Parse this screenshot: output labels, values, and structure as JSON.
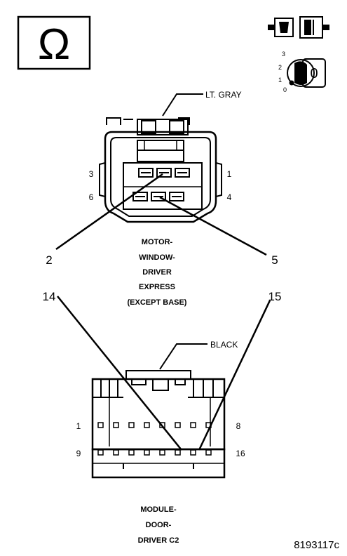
{
  "symbols": {
    "ohm_symbol": "Ω",
    "ignition_positions": [
      "0",
      "1",
      "2",
      "3"
    ],
    "ignition_key_label": "0"
  },
  "top_connector": {
    "color_callout": "LT. GRAY",
    "pin_labels": {
      "p1": "1",
      "p3": "3",
      "p4": "4",
      "p6": "6"
    },
    "callout_left": "2",
    "callout_right": "5",
    "caption_lines": [
      "MOTOR-",
      "WINDOW-",
      "DRIVER",
      "EXPRESS",
      "(EXCEPT BASE)"
    ]
  },
  "bottom_connector": {
    "color_callout": "BLACK",
    "pin_labels": {
      "p1": "1",
      "p8": "8",
      "p9": "9",
      "p16": "16"
    },
    "callout_left": "14",
    "callout_right": "15",
    "caption_lines": [
      "MODULE-",
      "DOOR-",
      "DRIVER C2"
    ]
  },
  "figure_id": "8193117c"
}
